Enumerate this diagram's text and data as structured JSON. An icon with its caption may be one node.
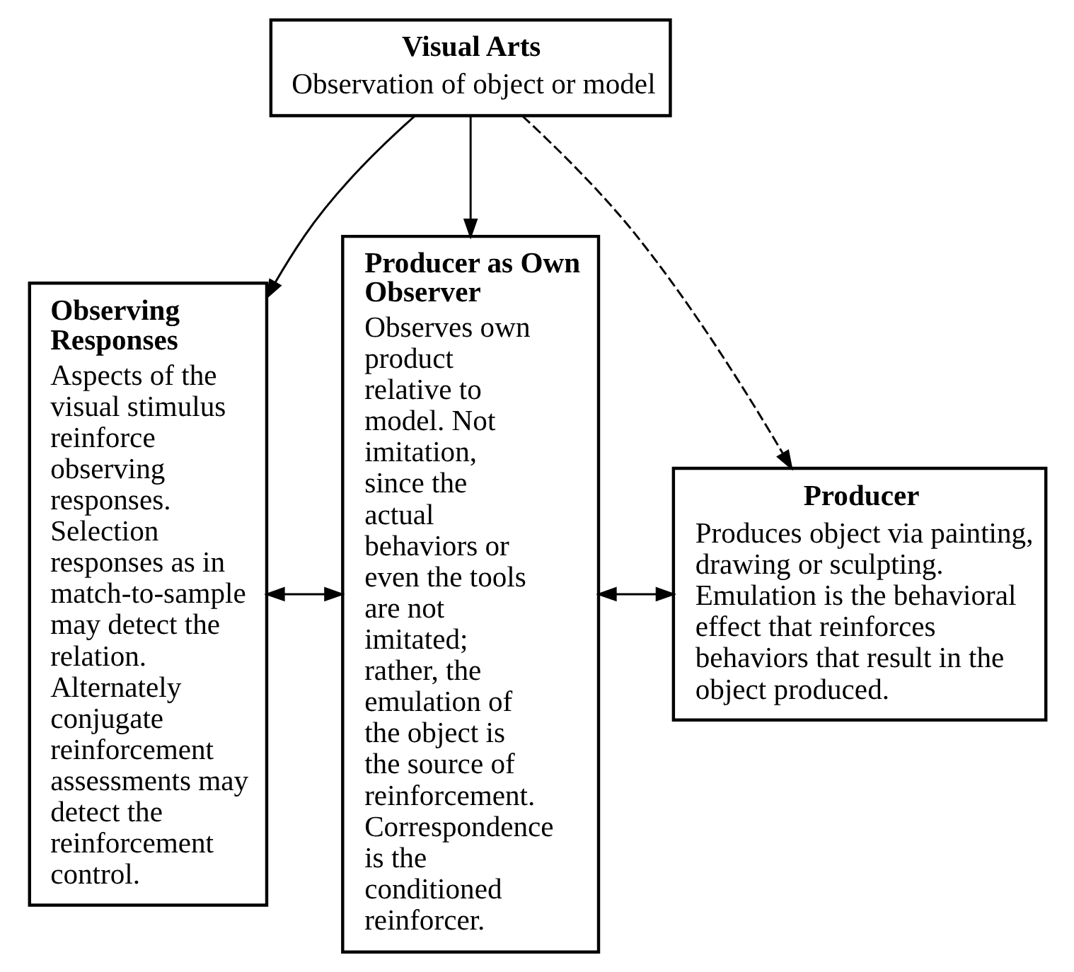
{
  "diagram": {
    "nodes": [
      {
        "text": [
          "Visual Arts",
          "Observation of object or model"
        ]
      },
      {
        "text": [
          "Observing Responses",
          "Aspects of the visual stimulus reinforce observing responses. Selection responses as in match-to-sample may detect the relation. Alternately conjugate reinforcement assessments may detect the reinforcement control."
        ]
      },
      {
        "text": [
          "Producer as Own Observer",
          "Observes own product relative to model. Not imitation, since the actual behaviors or even the tools are not imitated; rather, the emulation of the object is the source of reinforcement. Correspondence is the conditioned reinforcer."
        ]
      },
      {
        "text": [
          "Producer",
          "Produces object via painting, drawing or sculpting. Emulation is the behavioral effect that reinforces behaviors that result in the object produced."
        ]
      }
    ],
    "edges": [
      {
        "from": 0,
        "to": 1,
        "arrow": "to"
      },
      {
        "from": 0,
        "to": 2,
        "arrow": "to"
      },
      {
        "from": 0,
        "to": 3,
        "arrow": "to",
        "style": "dashed"
      },
      {
        "from": 1,
        "to": 2,
        "arrow": "both"
      },
      {
        "from": 2,
        "to": 3,
        "arrow": "both"
      }
    ]
  }
}
